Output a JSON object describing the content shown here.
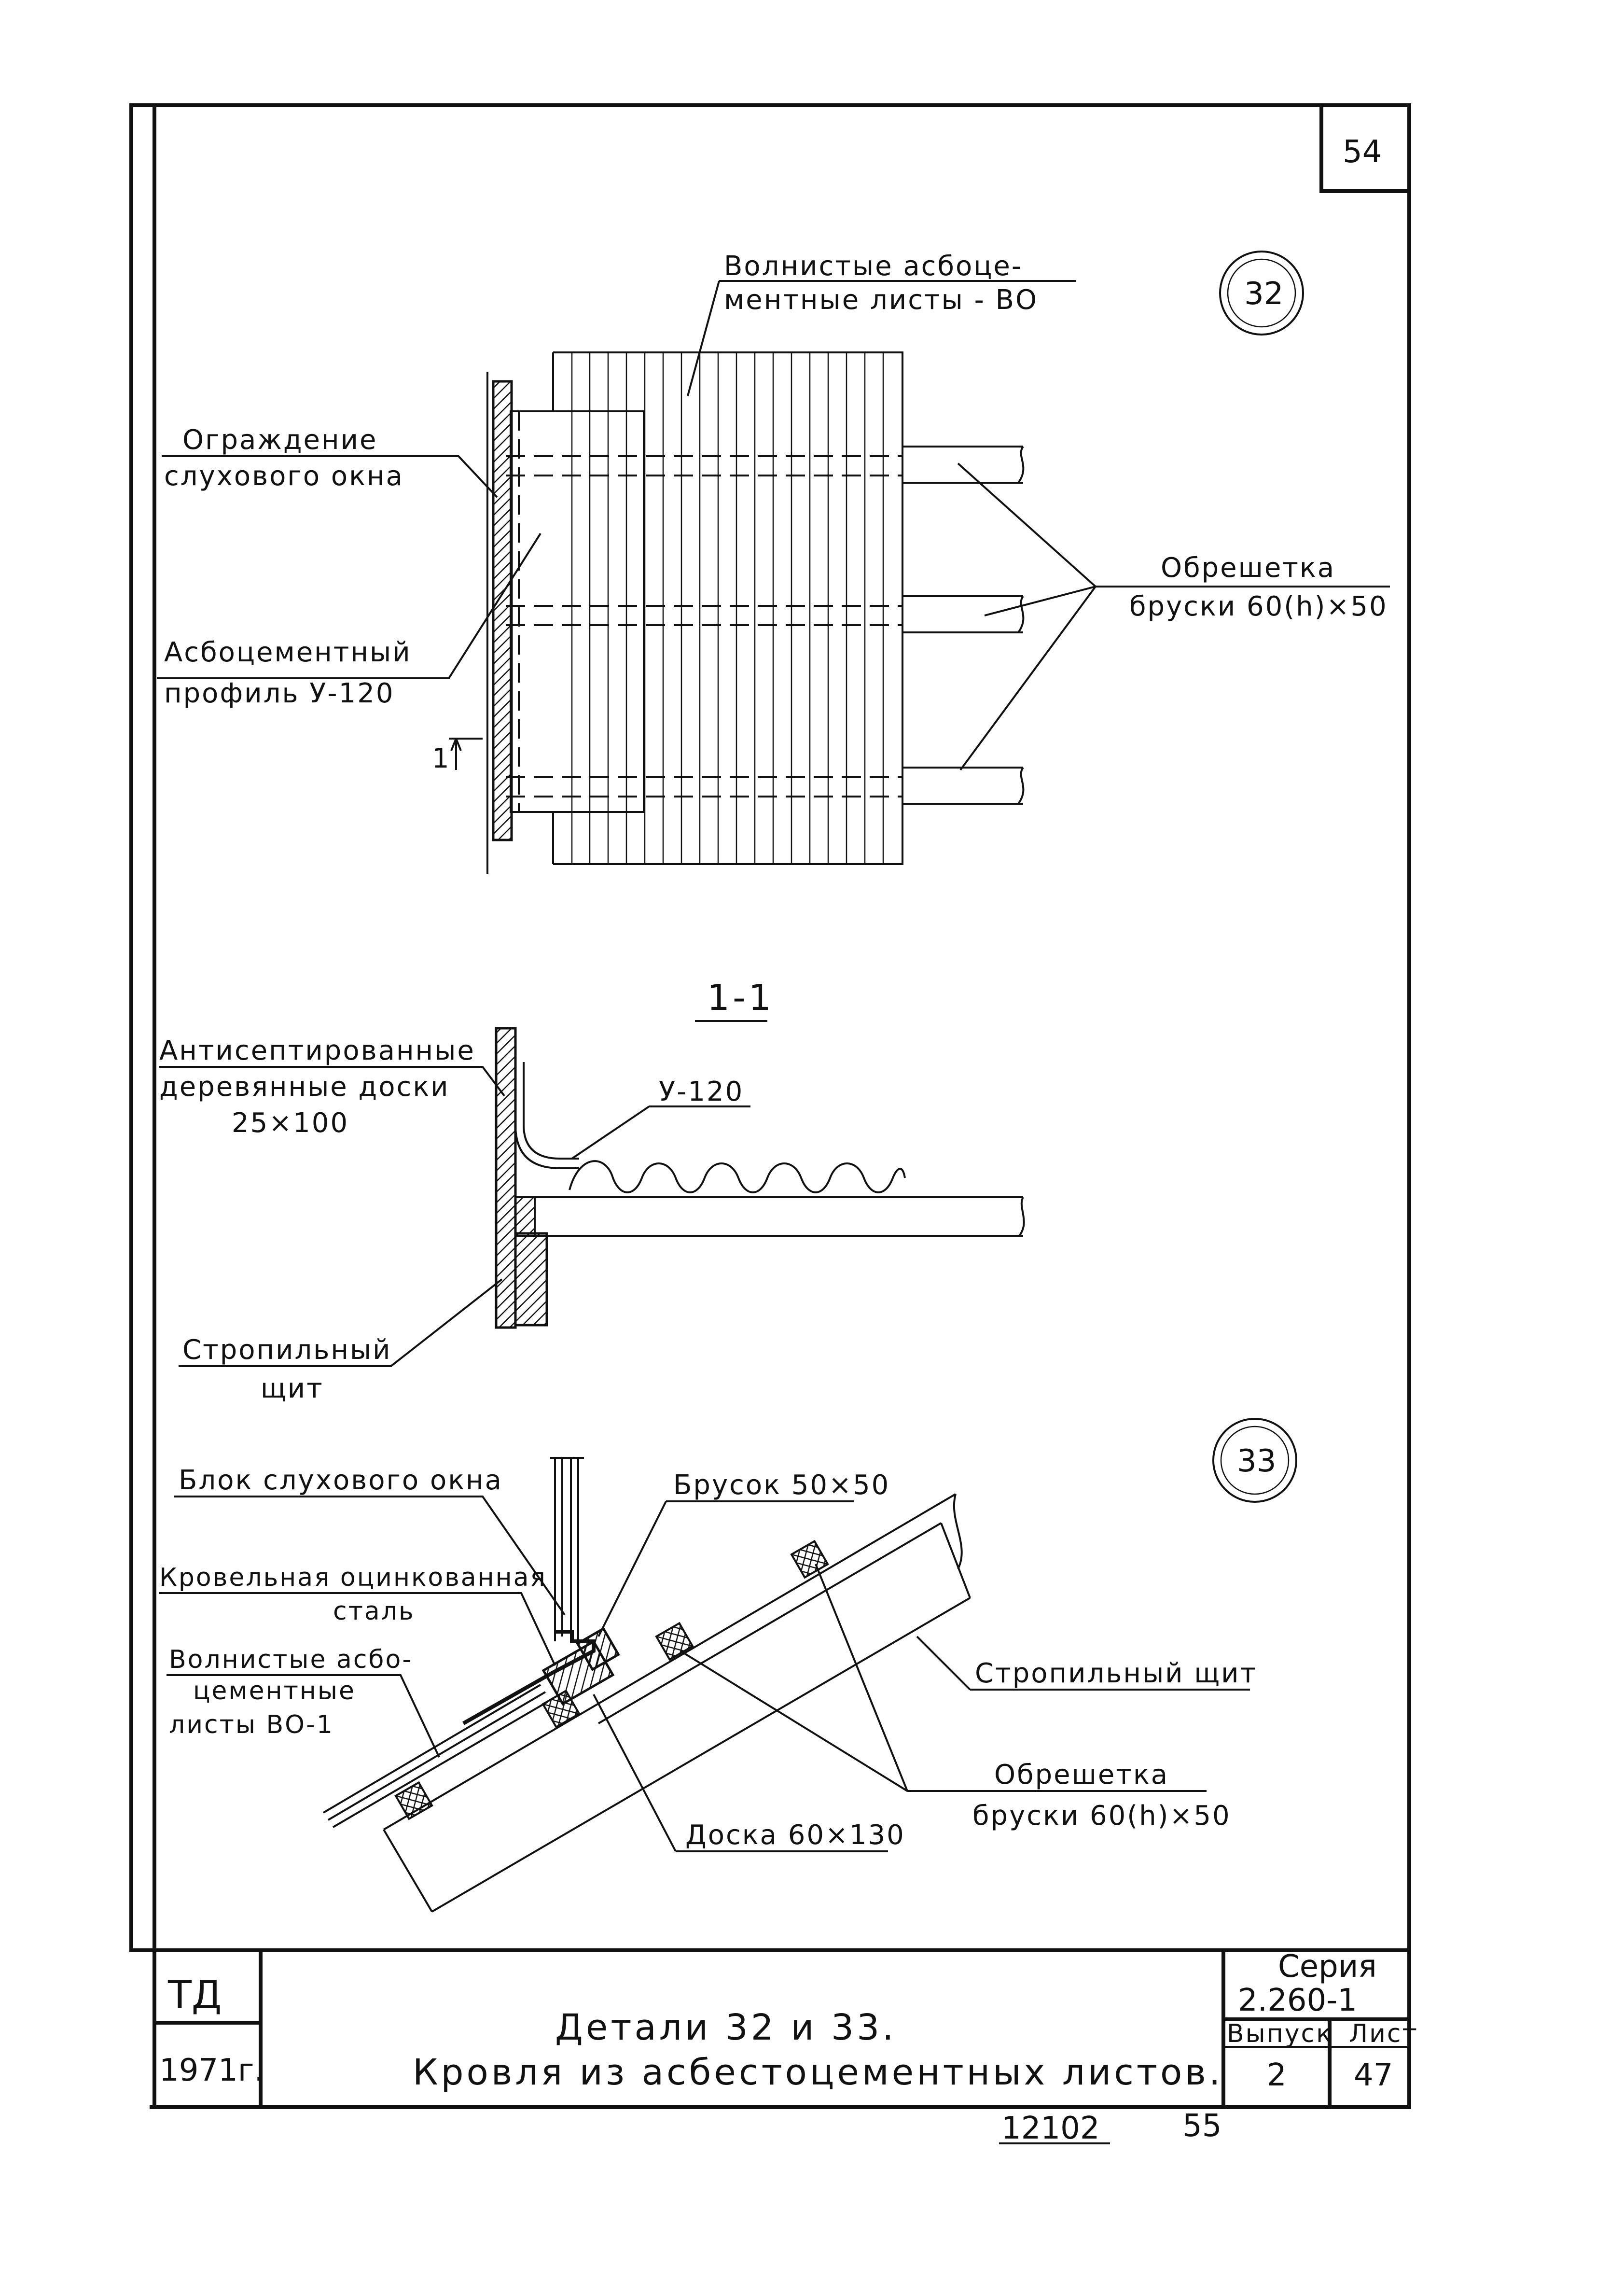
{
  "sheet": {
    "sheet_number": "54",
    "footer_code": "12102",
    "footer_page": "55"
  },
  "detail_32": {
    "marker": "32",
    "labels": {
      "sheets": [
        "Волнистые асбоце-",
        "ментные листы - ВО"
      ],
      "fence": [
        "Ограждение",
        "слухового окна"
      ],
      "profile": [
        "Асбоцементный",
        "профиль У-120"
      ],
      "battens": [
        "Обрешетка",
        "бруски 60(h)×50"
      ],
      "section_mark": "1"
    }
  },
  "section_1_1": {
    "title": "1-1",
    "labels": {
      "boards": [
        "Антисептированные",
        "деревянные доски",
        "25×100"
      ],
      "profile": "У-120",
      "rafter": [
        "Стропильный",
        "щит"
      ]
    }
  },
  "detail_33": {
    "marker": "33",
    "labels": {
      "window_block": "Блок слухового окна",
      "bar": "Брусок 50×50",
      "steel": [
        "Кровельная оцинкованная",
        "сталь"
      ],
      "sheets": [
        "Волнистые асбо-",
        "цементные",
        "листы ВО-1"
      ],
      "rafter": "Стропильный щит",
      "battens": [
        "Обрешетка",
        "бруски 60(h)×50"
      ],
      "board": "Доска 60×130"
    }
  },
  "title_block": {
    "org": "ТД",
    "year": "1971г.",
    "title_line1": "Детали 32 и 33.",
    "title_line2": "Кровля из асбестоцементных листов.",
    "series_label": "Серия",
    "series_value": "2.260-1",
    "issue_label": "Выпуск",
    "issue_value": "2",
    "sheet_label": "Лист",
    "sheet_value": "47"
  }
}
